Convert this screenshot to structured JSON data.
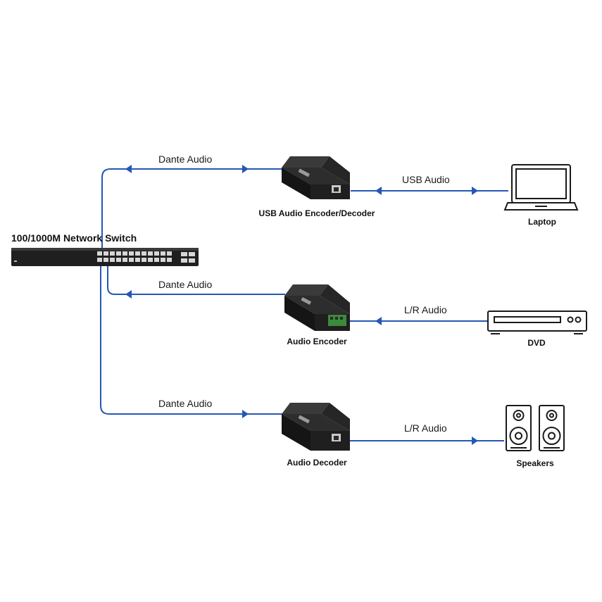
{
  "switch": {
    "label": "100/1000M Network Switch"
  },
  "devices": {
    "usb": {
      "label": "USB Audio Encoder/Decoder"
    },
    "encoder": {
      "label": "Audio Encoder"
    },
    "decoder": {
      "label": "Audio Decoder"
    },
    "laptop": {
      "label": "Laptop"
    },
    "dvd": {
      "label": "DVD"
    },
    "speakers": {
      "label": "Speakers"
    }
  },
  "links": {
    "dante1": {
      "label": "Dante Audio"
    },
    "dante2": {
      "label": "Dante Audio"
    },
    "dante3": {
      "label": "Dante Audio"
    },
    "usb_audio": {
      "label": "USB Audio"
    },
    "lr1": {
      "label": "L/R Audio"
    },
    "lr2": {
      "label": "L/R Audio"
    }
  },
  "colors": {
    "line": "#2458b5",
    "device": "#2b2b2b",
    "outline": "#1a1a1a"
  }
}
